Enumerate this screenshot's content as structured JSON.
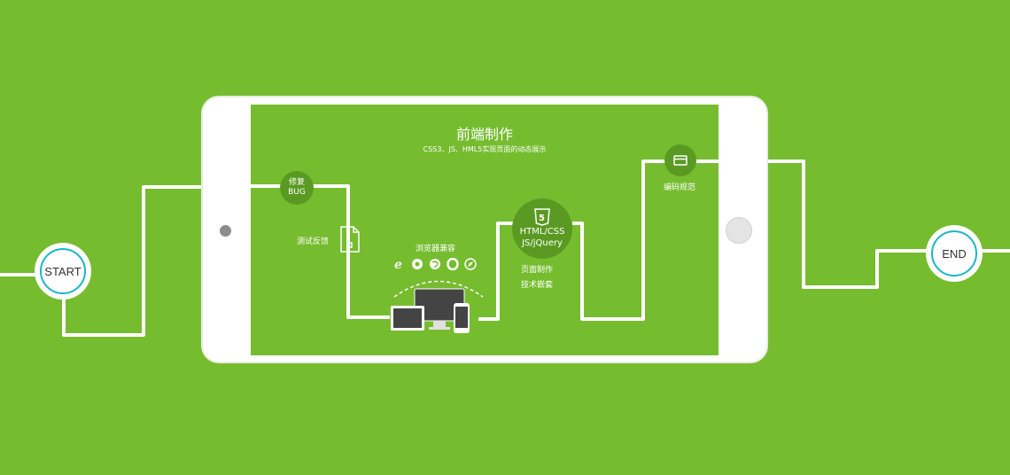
{
  "start_label": "START",
  "end_label": "END",
  "main_title": "前端制作",
  "subtitle": "CSS3、JS、HML5实现页面的动态展示",
  "fix_bug": {
    "line1": "修复",
    "line2": "BUG"
  },
  "test_feedback": "测试反馈",
  "browser_compat": "浏览器兼容",
  "html_node": {
    "line1": "HTML/CSS",
    "line2": "JS/jQuery"
  },
  "page_make": {
    "line1": "页面制作",
    "line2": "技术嵌套"
  },
  "code_spec": "编码规范",
  "browser_icons": [
    "ie-icon",
    "chrome-icon",
    "firefox-icon",
    "opera-icon",
    "safari-icon"
  ],
  "colors": {
    "background": "#76bc2f",
    "accent_ring": "#1bb7c5",
    "node_dark": "#5a9a22"
  }
}
